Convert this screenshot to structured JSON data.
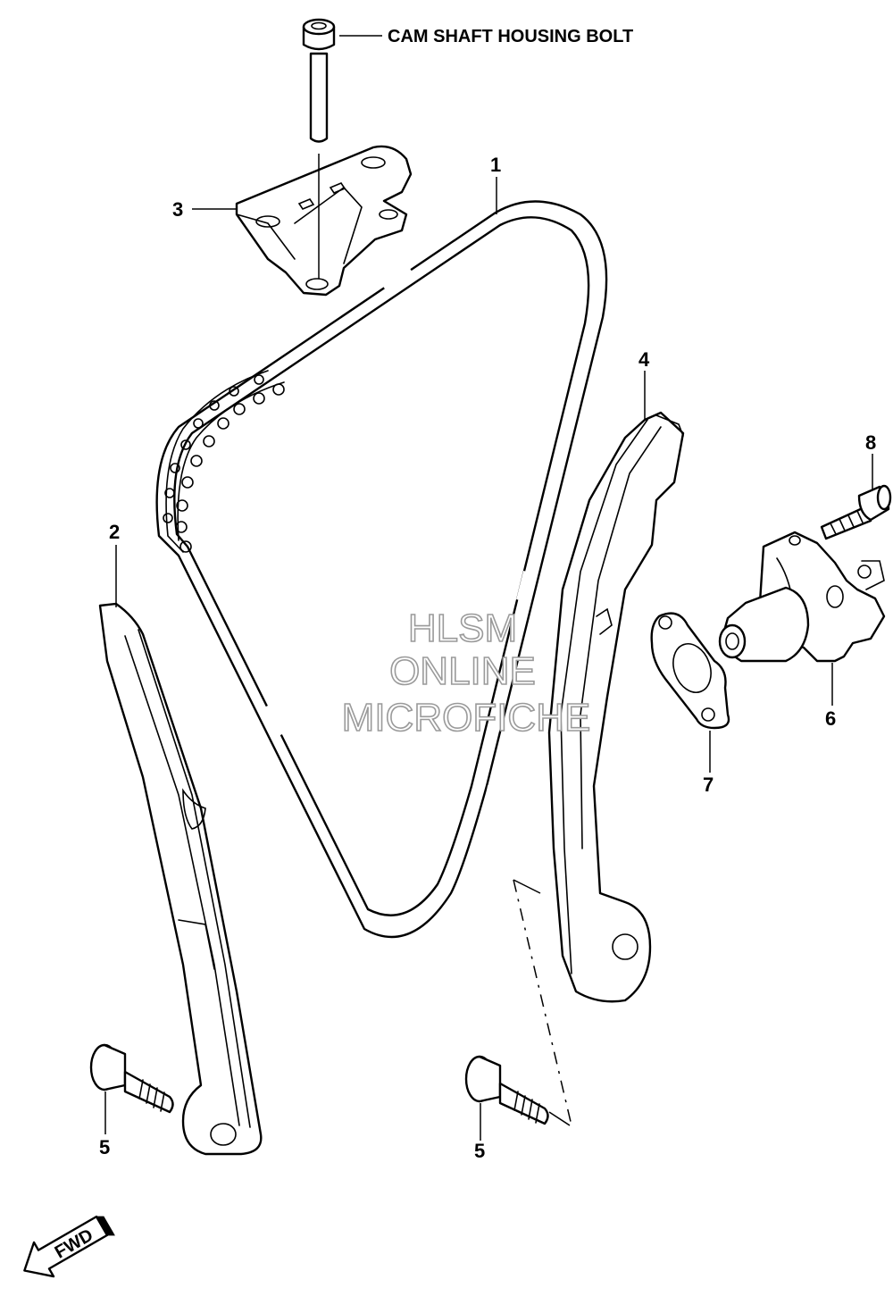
{
  "callouts": {
    "cam_shaft_housing_bolt": "CAM SHAFT HOUSING BOLT",
    "p1": "1",
    "p2": "2",
    "p3": "3",
    "p4": "4",
    "p5a": "5",
    "p5b": "5",
    "p6": "6",
    "p7": "7",
    "p8": "8"
  },
  "watermark": {
    "line1": "HLSM",
    "line2": "ONLINE",
    "line3": "MICROFICHE"
  },
  "fwd_label": "FWD"
}
